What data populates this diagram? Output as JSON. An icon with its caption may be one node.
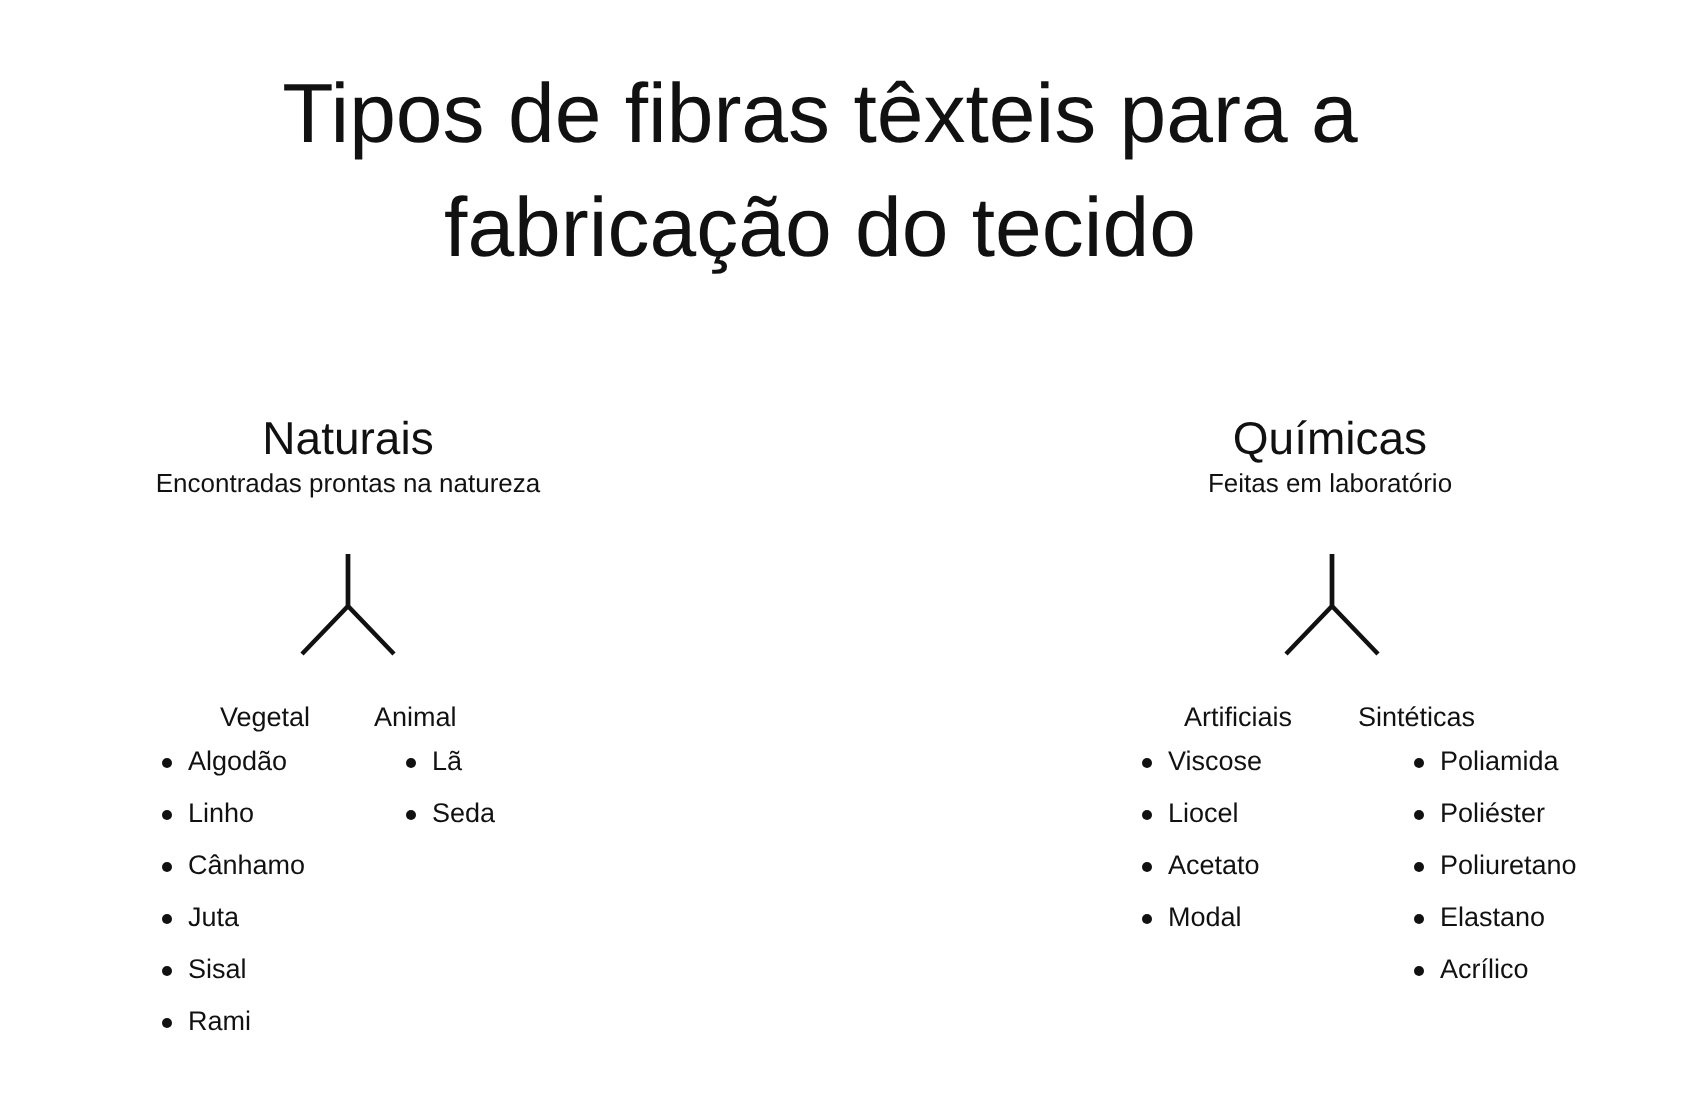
{
  "diagram": {
    "title": "Tipos de fibras têxteis para a fabricação do tecido",
    "nodes": [
      {
        "text": [
          "Naturais",
          "Encontradas prontas na natureza"
        ]
      },
      {
        "text": [
          "Vegetal"
        ]
      },
      {
        "text": [
          "Animal"
        ]
      },
      {
        "text": [
          "Químicas",
          "Feitas em laboratório"
        ]
      },
      {
        "text": [
          "Artificiais"
        ]
      },
      {
        "text": [
          "Sintéticas"
        ]
      }
    ],
    "edges": [
      {
        "from": 0,
        "to": 1,
        "arrow": "none"
      },
      {
        "from": 0,
        "to": 2,
        "arrow": "none"
      },
      {
        "from": 3,
        "to": 4,
        "arrow": "none"
      },
      {
        "from": 3,
        "to": 5,
        "arrow": "none"
      }
    ],
    "labels": [
      "Algodão",
      "Linho",
      "Cânhamo",
      "Juta",
      "Sisal",
      "Rami",
      "Lã",
      "Seda",
      "Viscose",
      "Liocel",
      "Acetato",
      "Modal",
      "Poliamida",
      "Poliéster",
      "Poliuretano",
      "Elastano",
      "Acrílico"
    ]
  }
}
